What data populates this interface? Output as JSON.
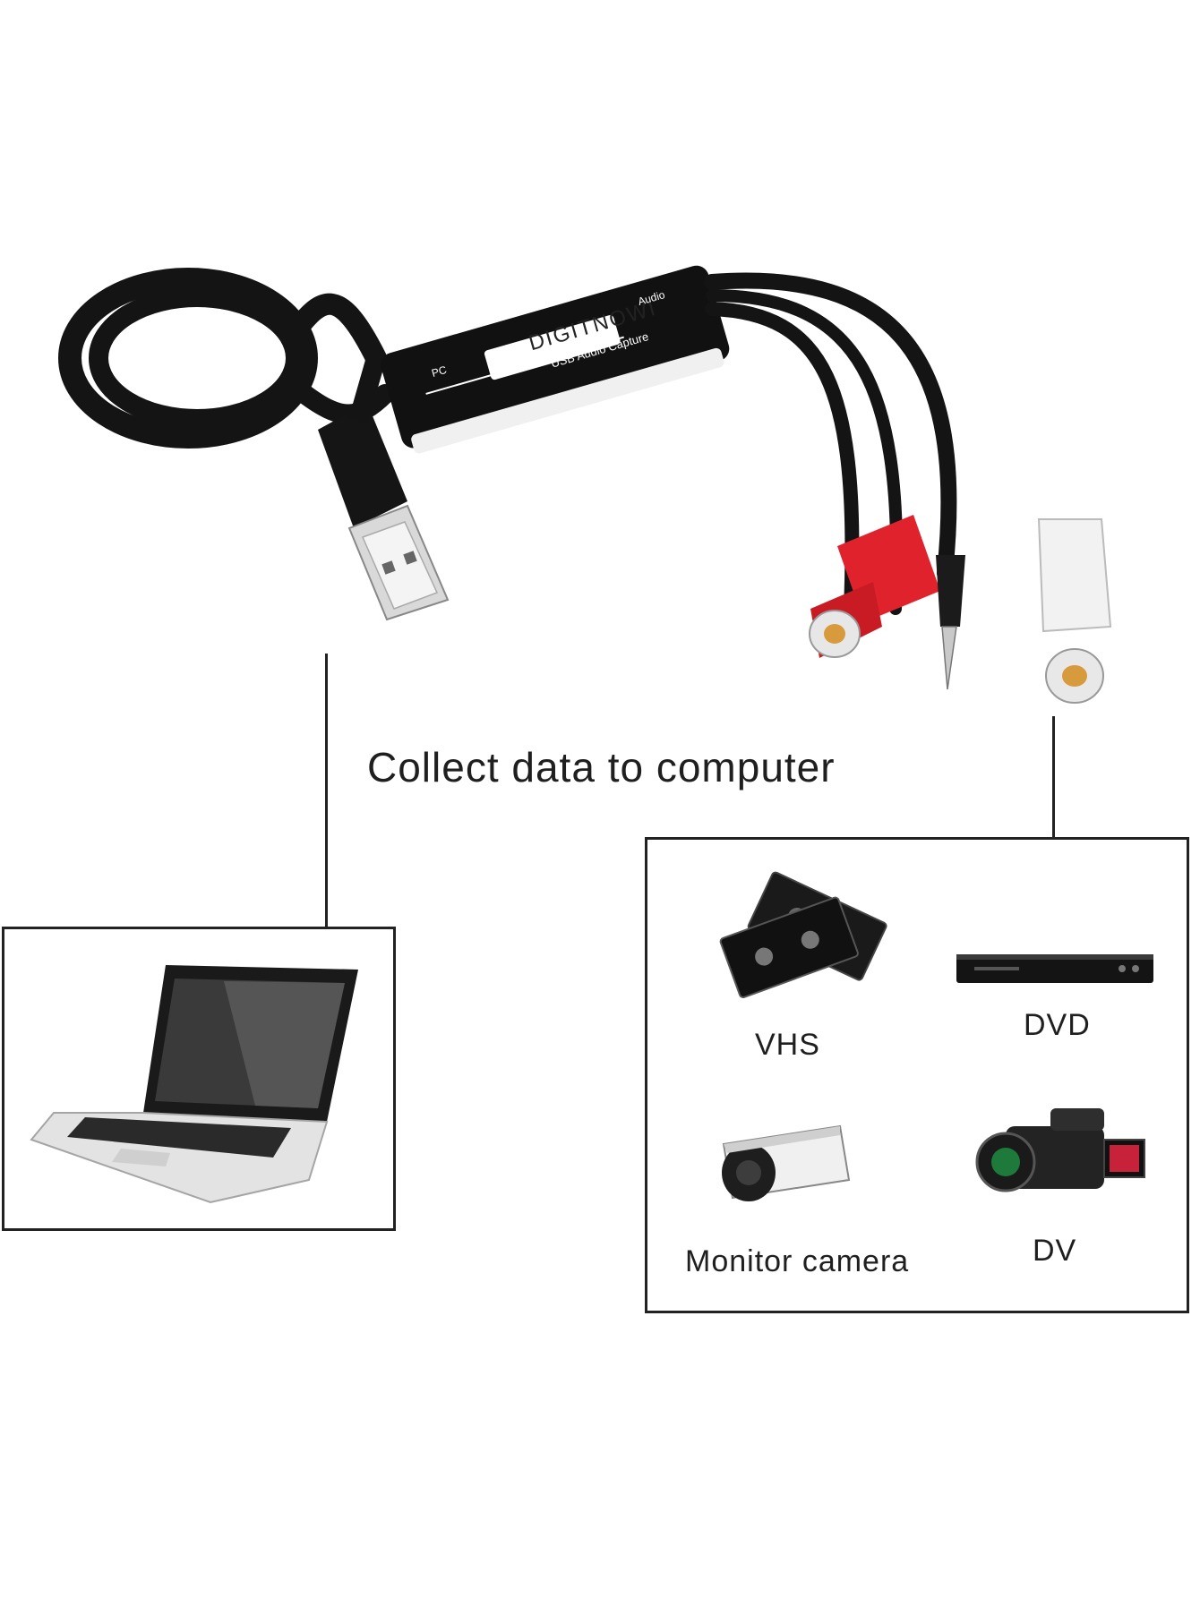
{
  "headline": "Collect data to computer",
  "adapter": {
    "brand": "DIGITNOWI",
    "subtitle": "USB Audio Capture",
    "left_port": "PC",
    "right_port": "Audio"
  },
  "sources": [
    {
      "label": "VHS",
      "icon": "vhs-tape-icon"
    },
    {
      "label": "DVD",
      "icon": "dvd-player-icon"
    },
    {
      "label": "Monitor camera",
      "icon": "security-camera-icon"
    },
    {
      "label": "DV",
      "icon": "camcorder-icon"
    }
  ],
  "computer": {
    "icon": "laptop-icon"
  },
  "colors": {
    "cable": "#111111",
    "rca_red": "#e0222c",
    "rca_white": "#f2f2f2",
    "gold": "#d79a3c"
  }
}
